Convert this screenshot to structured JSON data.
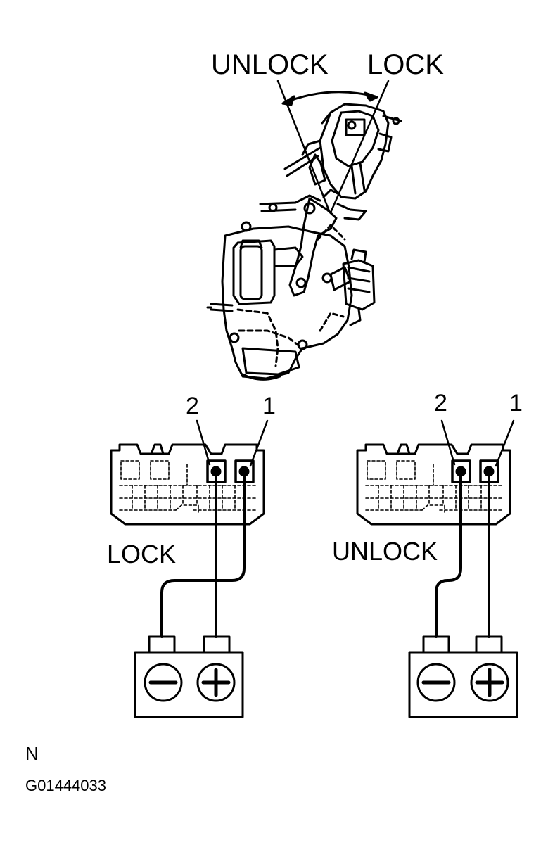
{
  "diagram": {
    "top_labels": {
      "unlock": "UNLOCK",
      "lock": "LOCK"
    },
    "left_test": {
      "state": "LOCK",
      "pin_left": "2",
      "pin_right": "1"
    },
    "right_test": {
      "state": "UNLOCK",
      "pin_left": "2",
      "pin_right": "1"
    },
    "figure_note": "N",
    "figure_code": "G01444033"
  }
}
